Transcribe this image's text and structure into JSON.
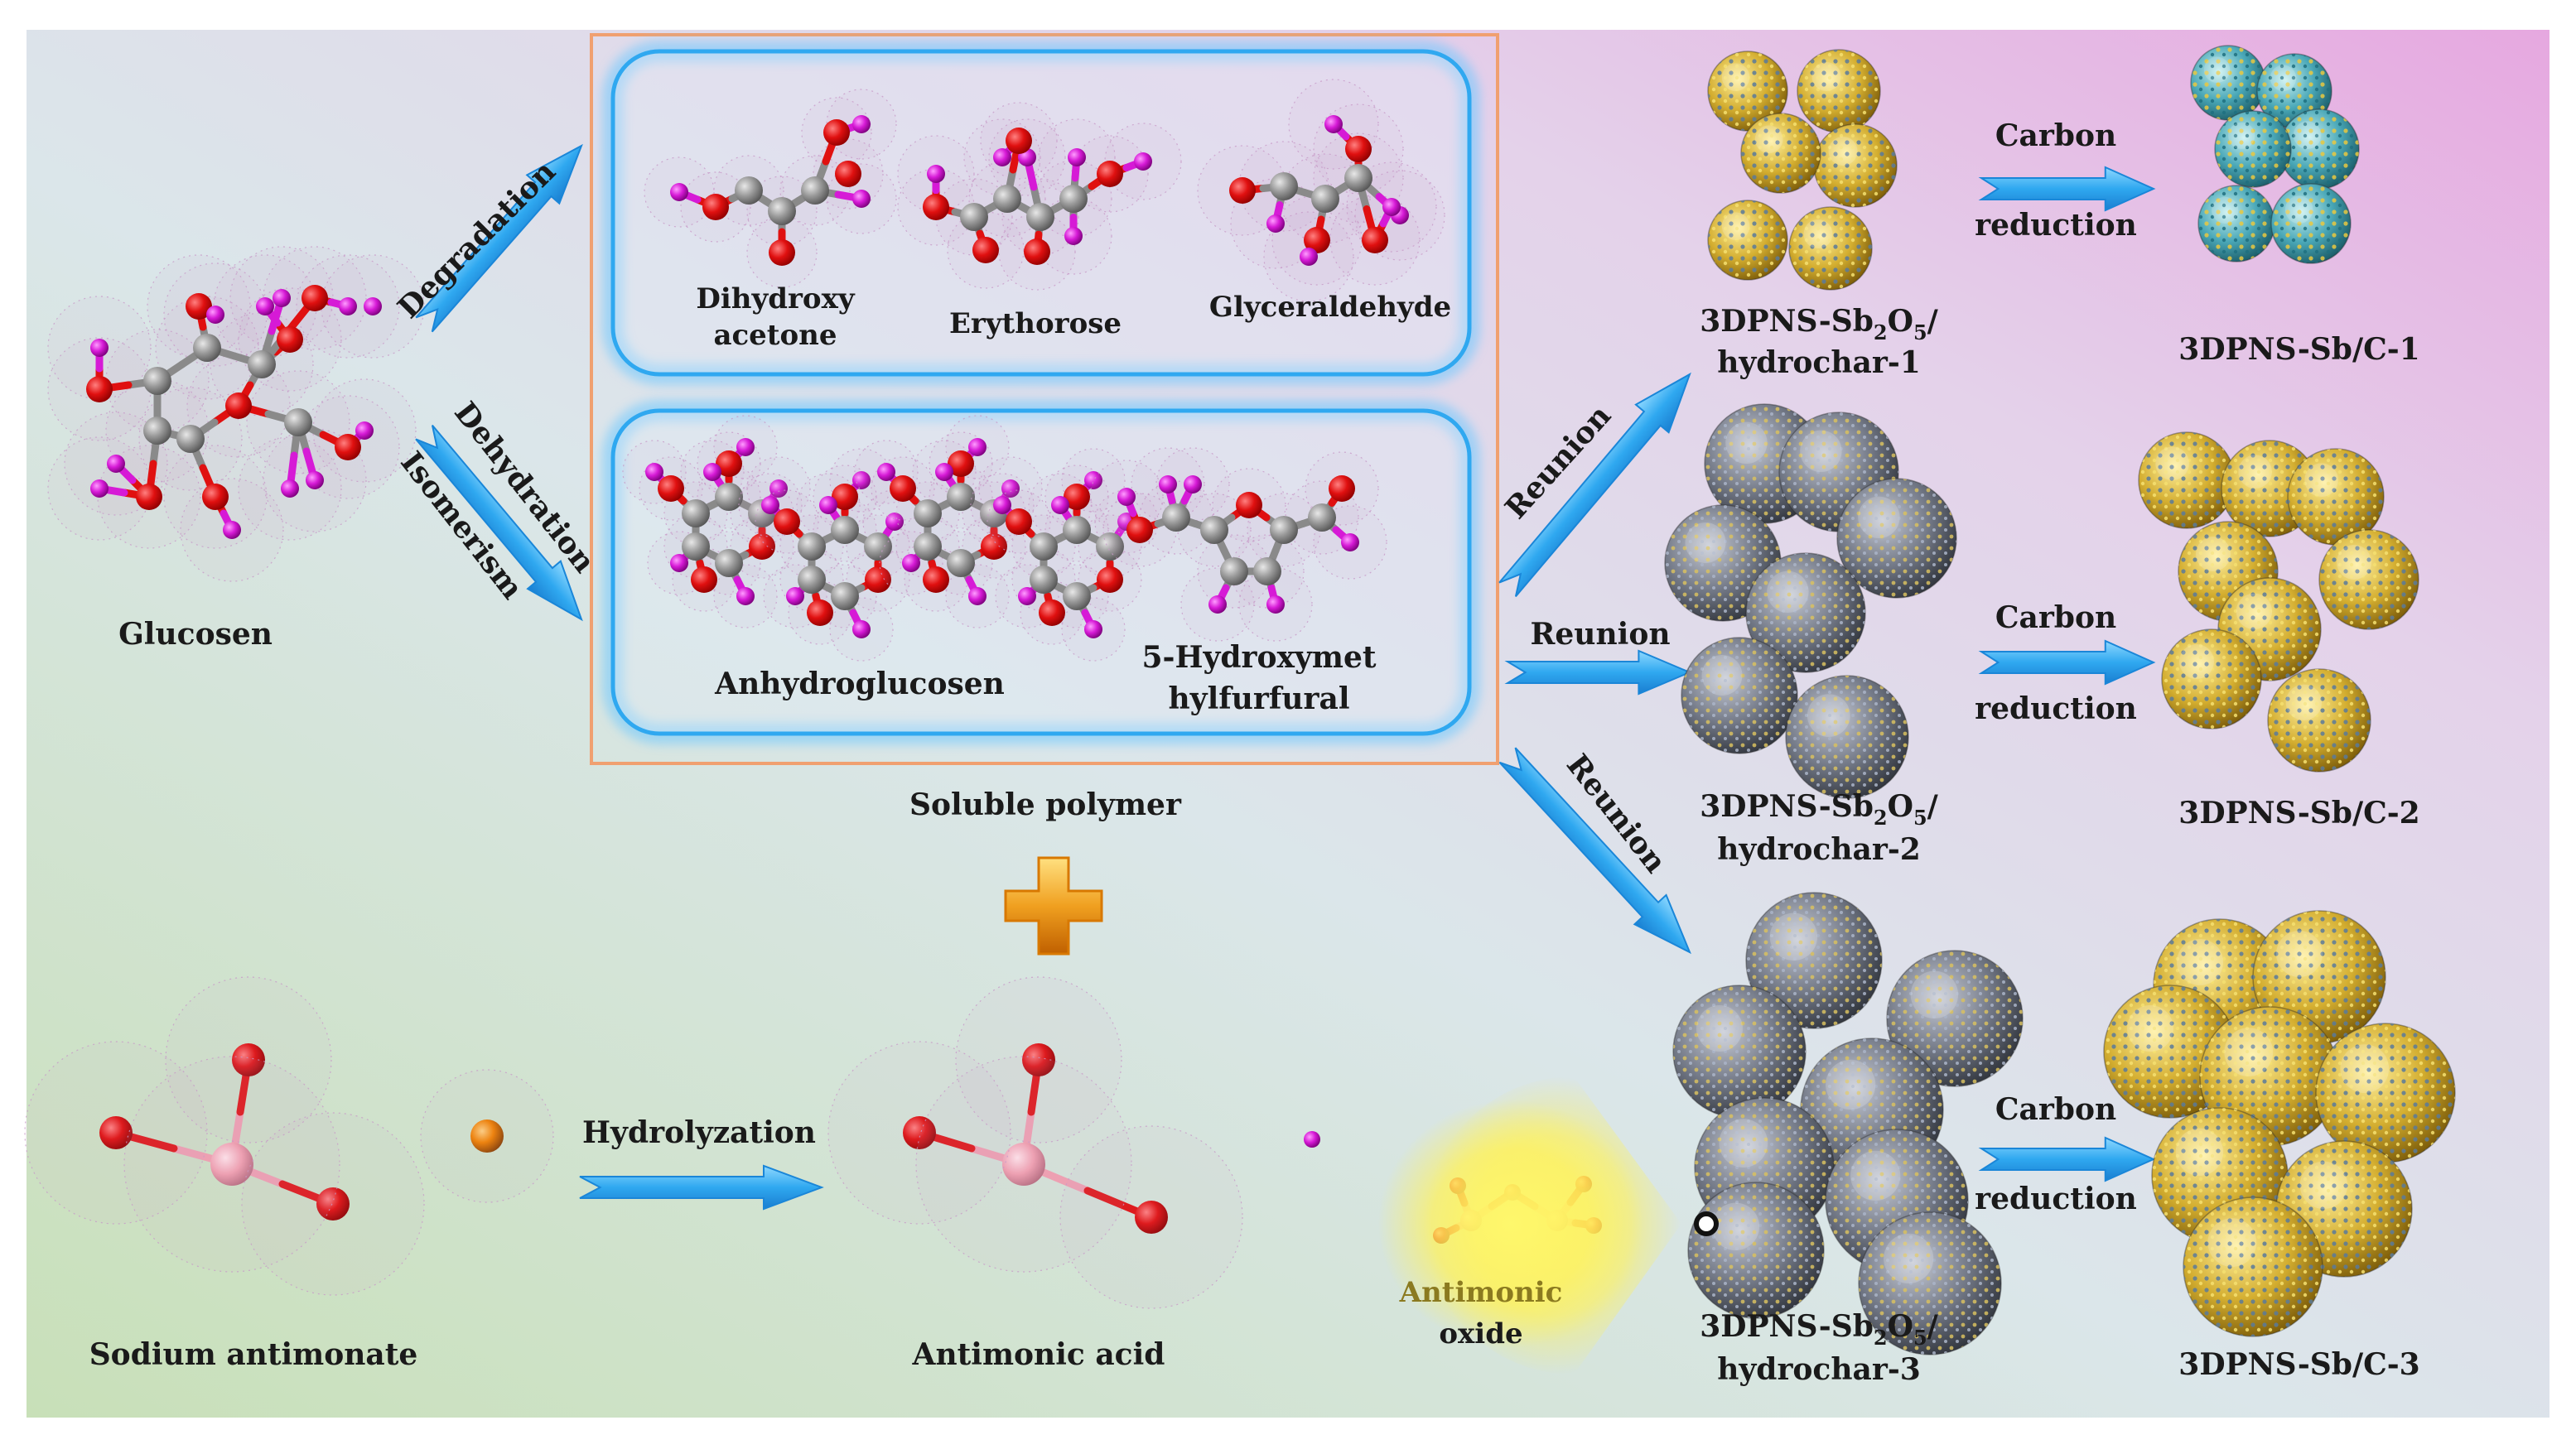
{
  "sources": {
    "glucose": "Glucosen",
    "sodium_antimonate": "Sodium antimonate",
    "antimonic_acid": "Antimonic acid"
  },
  "arrows": {
    "degradation": "Degradation",
    "dehydration": "Dehydration",
    "isomerism": "Isomerism",
    "reunion": "Reunion",
    "hydrolyzation": "Hydrolyzation",
    "carbon": "Carbon",
    "reduction": "reduction"
  },
  "soluble_polymer": {
    "title": "Soluble polymer",
    "top_group": {
      "dihydroxy_line1": "Dihydroxy",
      "dihydroxy_line2": "acetone",
      "erythrose": "Erythorose",
      "glyceraldehyde": "Glyceraldehyde"
    },
    "bottom_group": {
      "anhydroglucose": "Anhydroglucosen",
      "hmf_line1": "5-Hydroxymet",
      "hmf_line2": "hylfurfural"
    }
  },
  "intermediates": {
    "prefix": "3DPNS-Sb",
    "sub1": "2",
    "mid": "O",
    "sub2": "5",
    "slash": "/",
    "hc1": "hydrochar-1",
    "hc2": "hydrochar-2",
    "hc3": "hydrochar-3"
  },
  "products": {
    "p1": "3DPNS-Sb/C-1",
    "p2": "3DPNS-Sb/C-2",
    "p3": "3DPNS-Sb/C-3"
  },
  "antimonic_oxide": {
    "line1": "Antimonic",
    "line2": "oxide"
  },
  "colors": {
    "arrow": "#2fa8f0",
    "panel_border": "#f0a070",
    "oxygen": "#e01010",
    "hydrogen": "#d61ad6",
    "carbon": "#8a8a8a",
    "antimony": "#f0a0b0",
    "sodium": "#f08000",
    "gold_sphere": "#c9a227",
    "grey_sphere": "#6e7480",
    "plus": "#f0a020",
    "oxide_label": "#8b7a20"
  }
}
